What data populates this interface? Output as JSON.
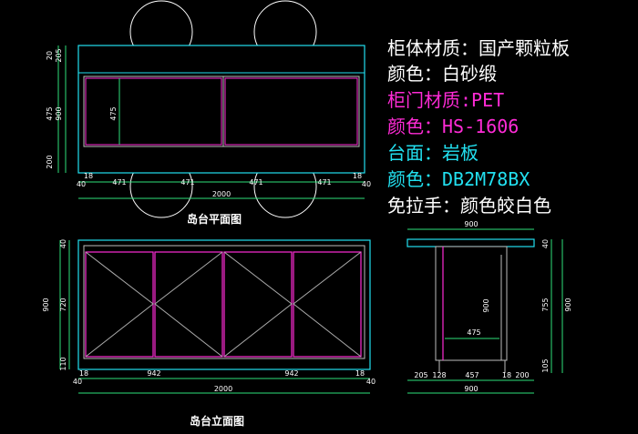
{
  "specs": {
    "cabinet_material": "柜体材质：国产颗粒板",
    "cabinet_color": "颜色：白砂缎",
    "door_material": "柜门材质:PET",
    "door_color": "颜色：HS-1606",
    "countertop": "台面：岩板",
    "countertop_color": "颜色：DB2M78BX",
    "handle": "免拉手：颜色皎白色"
  },
  "views": {
    "plan_title": "岛台平面图",
    "elevation_title": "岛台立面图"
  },
  "dims": {
    "plan": {
      "left": [
        "20",
        "205",
        "475",
        "900",
        "200"
      ],
      "inner_height": "475",
      "bottom": [
        "18",
        "40",
        "471",
        "471",
        "471",
        "471",
        "18",
        "40"
      ],
      "total": "2000"
    },
    "elevation": {
      "left": [
        "40",
        "900",
        "720",
        "110"
      ],
      "bottom": [
        "18",
        "942",
        "942",
        "18",
        "40",
        "40"
      ],
      "total": "2000"
    },
    "side": {
      "top": "900",
      "right": [
        "40",
        "755",
        "900",
        "105"
      ],
      "inner_depth": "900",
      "inner_width": "475",
      "bottom": [
        "205",
        "128",
        "457",
        "18",
        "200"
      ],
      "total": "900"
    }
  },
  "colors": {
    "outline": "#22e0f0",
    "door": "#ff2bd6",
    "dimension": "#2ee07a",
    "text": "#ffffff"
  }
}
